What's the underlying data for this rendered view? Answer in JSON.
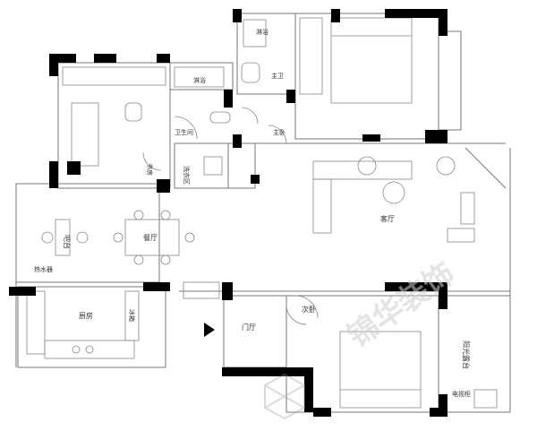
{
  "rooms": {
    "bathroom_top": "淋浴",
    "master_bath": "主卫",
    "master_bedroom_label": "",
    "study_closet": "淋浴",
    "guest_bath": "卫生间",
    "laundry": "洗衣区",
    "study": "书房",
    "master_hall": "主卧",
    "bar": "吧台",
    "dining": "餐厅",
    "living": "客厅",
    "kitchen": "厨房",
    "fridge": "冰箱",
    "water_heater": "热水器",
    "entrance": "门厅",
    "second_bedroom": "次卧",
    "balcony": "阳光露台",
    "tv_cabinet": "电视柜"
  },
  "watermark": {
    "text": "锦华装饰"
  }
}
